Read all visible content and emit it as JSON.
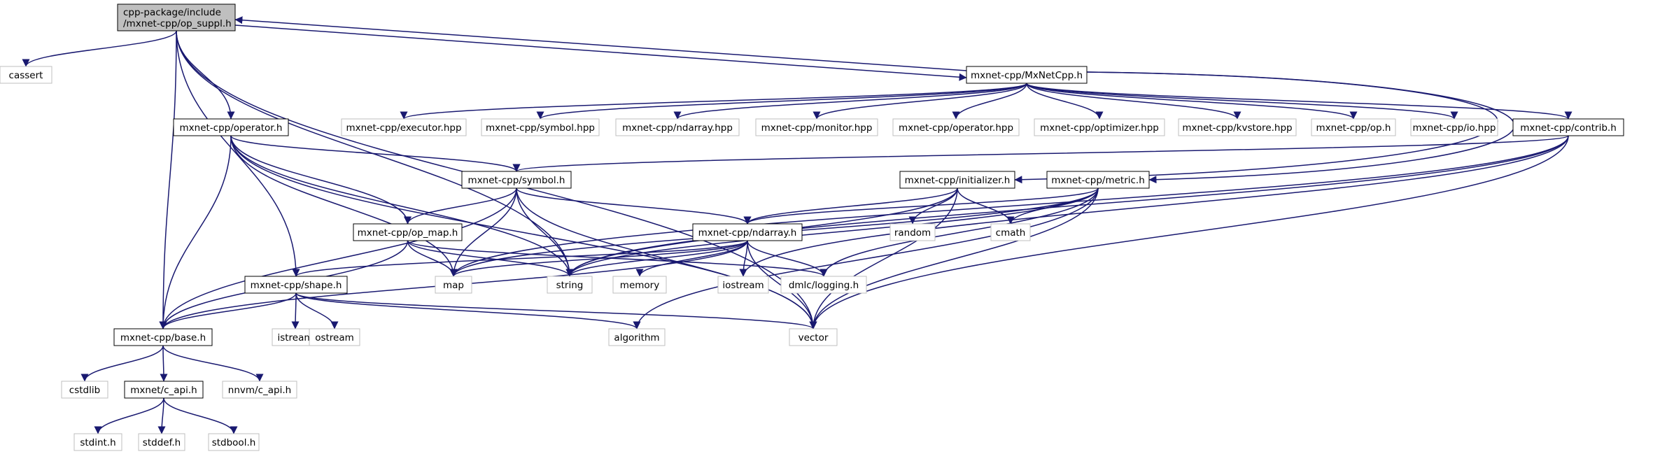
{
  "colors": {
    "edge": "#191970",
    "node_border": "#000000",
    "missing_border": "#bfbfbf",
    "focus_fill": "#bfbfbf",
    "fill": "#ffffff",
    "text": "#000000"
  },
  "graph": {
    "nodes": [
      {
        "id": "op_suppl",
        "lines": [
          "cpp-package/include",
          "/mxnet-cpp/op_suppl.h"
        ],
        "kind": "focus"
      },
      {
        "id": "cassert",
        "lines": [
          "cassert"
        ],
        "kind": "missing"
      },
      {
        "id": "mxnetcpp",
        "lines": [
          "mxnet-cpp/MxNetCpp.h"
        ],
        "kind": "file"
      },
      {
        "id": "operator_h",
        "lines": [
          "mxnet-cpp/operator.h"
        ],
        "kind": "file"
      },
      {
        "id": "executor_hpp",
        "lines": [
          "mxnet-cpp/executor.hpp"
        ],
        "kind": "missing"
      },
      {
        "id": "symbol_hpp",
        "lines": [
          "mxnet-cpp/symbol.hpp"
        ],
        "kind": "missing"
      },
      {
        "id": "ndarray_hpp",
        "lines": [
          "mxnet-cpp/ndarray.hpp"
        ],
        "kind": "missing"
      },
      {
        "id": "monitor_hpp",
        "lines": [
          "mxnet-cpp/monitor.hpp"
        ],
        "kind": "missing"
      },
      {
        "id": "operator_hpp",
        "lines": [
          "mxnet-cpp/operator.hpp"
        ],
        "kind": "missing"
      },
      {
        "id": "optimizer_hpp",
        "lines": [
          "mxnet-cpp/optimizer.hpp"
        ],
        "kind": "missing"
      },
      {
        "id": "kvstore_hpp",
        "lines": [
          "mxnet-cpp/kvstore.hpp"
        ],
        "kind": "missing"
      },
      {
        "id": "op_h",
        "lines": [
          "mxnet-cpp/op.h"
        ],
        "kind": "missing"
      },
      {
        "id": "io_hpp",
        "lines": [
          "mxnet-cpp/io.hpp"
        ],
        "kind": "missing"
      },
      {
        "id": "contrib_h",
        "lines": [
          "mxnet-cpp/contrib.h"
        ],
        "kind": "file"
      },
      {
        "id": "symbol_h",
        "lines": [
          "mxnet-cpp/symbol.h"
        ],
        "kind": "file"
      },
      {
        "id": "initializer_h",
        "lines": [
          "mxnet-cpp/initializer.h"
        ],
        "kind": "file"
      },
      {
        "id": "metric_h",
        "lines": [
          "mxnet-cpp/metric.h"
        ],
        "kind": "file"
      },
      {
        "id": "op_map_h",
        "lines": [
          "mxnet-cpp/op_map.h"
        ],
        "kind": "file"
      },
      {
        "id": "ndarray_h",
        "lines": [
          "mxnet-cpp/ndarray.h"
        ],
        "kind": "file"
      },
      {
        "id": "random",
        "lines": [
          "random"
        ],
        "kind": "missing"
      },
      {
        "id": "cmath",
        "lines": [
          "cmath"
        ],
        "kind": "missing"
      },
      {
        "id": "shape_h",
        "lines": [
          "mxnet-cpp/shape.h"
        ],
        "kind": "file"
      },
      {
        "id": "map",
        "lines": [
          "map"
        ],
        "kind": "missing"
      },
      {
        "id": "string",
        "lines": [
          "string"
        ],
        "kind": "missing"
      },
      {
        "id": "memory",
        "lines": [
          "memory"
        ],
        "kind": "missing"
      },
      {
        "id": "iostream",
        "lines": [
          "iostream"
        ],
        "kind": "missing"
      },
      {
        "id": "dmlc_logging",
        "lines": [
          "dmlc/logging.h"
        ],
        "kind": "missing"
      },
      {
        "id": "base_h",
        "lines": [
          "mxnet-cpp/base.h"
        ],
        "kind": "file"
      },
      {
        "id": "istream",
        "lines": [
          "istream"
        ],
        "kind": "missing"
      },
      {
        "id": "ostream",
        "lines": [
          "ostream"
        ],
        "kind": "missing"
      },
      {
        "id": "algorithm",
        "lines": [
          "algorithm"
        ],
        "kind": "missing"
      },
      {
        "id": "vector",
        "lines": [
          "vector"
        ],
        "kind": "missing"
      },
      {
        "id": "cstdlib",
        "lines": [
          "cstdlib"
        ],
        "kind": "missing"
      },
      {
        "id": "c_api_h",
        "lines": [
          "mxnet/c_api.h"
        ],
        "kind": "file"
      },
      {
        "id": "nnvm_c_api",
        "lines": [
          "nnvm/c_api.h"
        ],
        "kind": "missing"
      },
      {
        "id": "stdint",
        "lines": [
          "stdint.h"
        ],
        "kind": "missing"
      },
      {
        "id": "stddef",
        "lines": [
          "stddef.h"
        ],
        "kind": "missing"
      },
      {
        "id": "stdbool",
        "lines": [
          "stdbool.h"
        ],
        "kind": "missing"
      }
    ],
    "edges": [
      [
        "op_suppl",
        "cassert"
      ],
      [
        "op_suppl",
        "operator_h"
      ],
      [
        "op_suppl",
        "shape_h"
      ],
      [
        "op_suppl",
        "base_h"
      ],
      [
        "op_suppl",
        "vector"
      ],
      [
        "op_suppl",
        "string"
      ],
      [
        "op_suppl",
        "mxnetcpp"
      ],
      [
        "mxnetcpp",
        "op_suppl"
      ],
      [
        "mxnetcpp",
        "executor_hpp"
      ],
      [
        "mxnetcpp",
        "symbol_hpp"
      ],
      [
        "mxnetcpp",
        "ndarray_hpp"
      ],
      [
        "mxnetcpp",
        "monitor_hpp"
      ],
      [
        "mxnetcpp",
        "operator_hpp"
      ],
      [
        "mxnetcpp",
        "optimizer_hpp"
      ],
      [
        "mxnetcpp",
        "kvstore_hpp"
      ],
      [
        "mxnetcpp",
        "op_h"
      ],
      [
        "mxnetcpp",
        "io_hpp"
      ],
      [
        "mxnetcpp",
        "contrib_h"
      ],
      [
        "mxnetcpp",
        "initializer_h"
      ],
      [
        "mxnetcpp",
        "metric_h"
      ],
      [
        "operator_h",
        "symbol_h"
      ],
      [
        "operator_h",
        "op_map_h"
      ],
      [
        "operator_h",
        "map"
      ],
      [
        "operator_h",
        "string"
      ],
      [
        "operator_h",
        "vector"
      ],
      [
        "operator_h",
        "base_h"
      ],
      [
        "contrib_h",
        "symbol_h"
      ],
      [
        "contrib_h",
        "map"
      ],
      [
        "contrib_h",
        "string"
      ],
      [
        "contrib_h",
        "iostream"
      ],
      [
        "contrib_h",
        "vector"
      ],
      [
        "symbol_h",
        "op_map_h"
      ],
      [
        "symbol_h",
        "ndarray_h"
      ],
      [
        "symbol_h",
        "map"
      ],
      [
        "symbol_h",
        "string"
      ],
      [
        "symbol_h",
        "vector"
      ],
      [
        "symbol_h",
        "base_h"
      ],
      [
        "initializer_h",
        "ndarray_h"
      ],
      [
        "initializer_h",
        "random"
      ],
      [
        "initializer_h",
        "cmath"
      ],
      [
        "initializer_h",
        "string"
      ],
      [
        "initializer_h",
        "vector"
      ],
      [
        "metric_h",
        "ndarray_h"
      ],
      [
        "metric_h",
        "cmath"
      ],
      [
        "metric_h",
        "string"
      ],
      [
        "metric_h",
        "dmlc_logging"
      ],
      [
        "metric_h",
        "algorithm"
      ],
      [
        "metric_h",
        "vector"
      ],
      [
        "metric_h",
        "map"
      ],
      [
        "op_map_h",
        "map"
      ],
      [
        "op_map_h",
        "string"
      ],
      [
        "op_map_h",
        "base_h"
      ],
      [
        "op_map_h",
        "dmlc_logging"
      ],
      [
        "ndarray_h",
        "shape_h"
      ],
      [
        "ndarray_h",
        "map"
      ],
      [
        "ndarray_h",
        "string"
      ],
      [
        "ndarray_h",
        "memory"
      ],
      [
        "ndarray_h",
        "iostream"
      ],
      [
        "ndarray_h",
        "dmlc_logging"
      ],
      [
        "ndarray_h",
        "vector"
      ],
      [
        "ndarray_h",
        "base_h"
      ],
      [
        "shape_h",
        "base_h"
      ],
      [
        "shape_h",
        "istream"
      ],
      [
        "shape_h",
        "ostream"
      ],
      [
        "shape_h",
        "algorithm"
      ],
      [
        "shape_h",
        "vector"
      ],
      [
        "base_h",
        "cstdlib"
      ],
      [
        "base_h",
        "c_api_h"
      ],
      [
        "base_h",
        "nnvm_c_api"
      ],
      [
        "c_api_h",
        "stdint"
      ],
      [
        "c_api_h",
        "stddef"
      ],
      [
        "c_api_h",
        "stdbool"
      ]
    ]
  }
}
